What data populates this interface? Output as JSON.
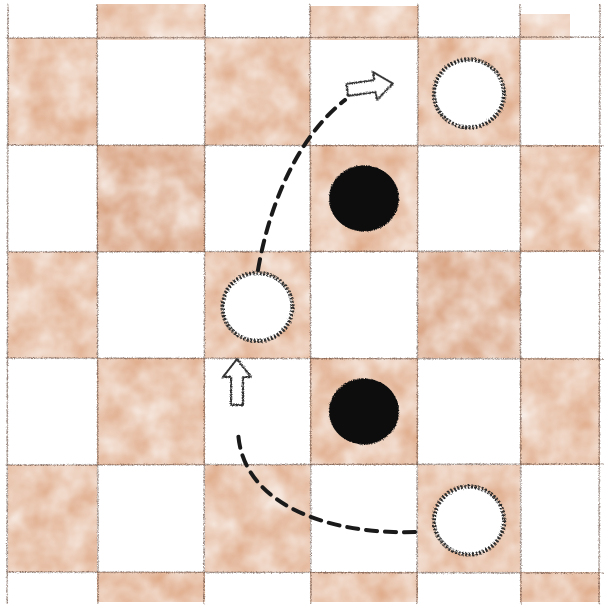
{
  "board": {
    "description_free": true,
    "rows": 6,
    "cols": 6
  },
  "pieces": {
    "white": [
      {
        "name": "white-piece-start",
        "row": 4,
        "col": 4
      },
      {
        "name": "white-piece-middle",
        "row": 2,
        "col": 2
      },
      {
        "name": "white-piece-end",
        "row": 0,
        "col": 4
      }
    ],
    "black": [
      {
        "name": "black-piece-upper",
        "row": 1,
        "col": 3
      },
      {
        "name": "black-piece-lower",
        "row": 3,
        "col": 3
      }
    ]
  },
  "moves": [
    {
      "name": "jump-path-1",
      "from": "white-piece-start",
      "to": "white-piece-middle"
    },
    {
      "name": "jump-path-2",
      "from": "white-piece-middle",
      "to": "white-piece-end"
    }
  ],
  "colors": {
    "dark_square": "#d99a72",
    "dark_square_deep": "#cf8a60",
    "light_square": "#ffffff",
    "grid_line": "#5a4034",
    "black_piece": "#111111",
    "white_piece": "#ffffff",
    "path": "#1a1a1a"
  }
}
